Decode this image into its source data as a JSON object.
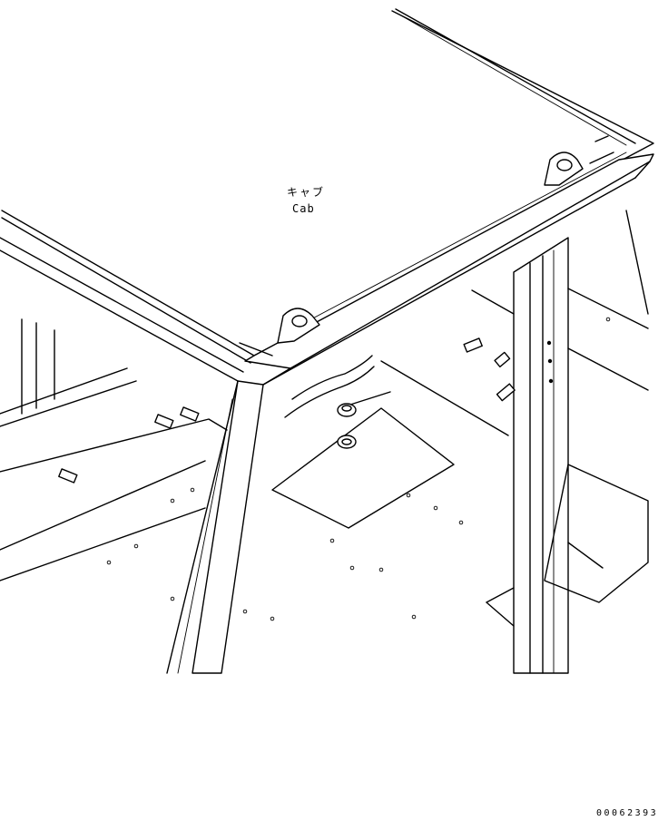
{
  "labels": {
    "part_name_jp": "キャブ",
    "part_name_en": "Cab"
  },
  "drawing_number": "00062393"
}
